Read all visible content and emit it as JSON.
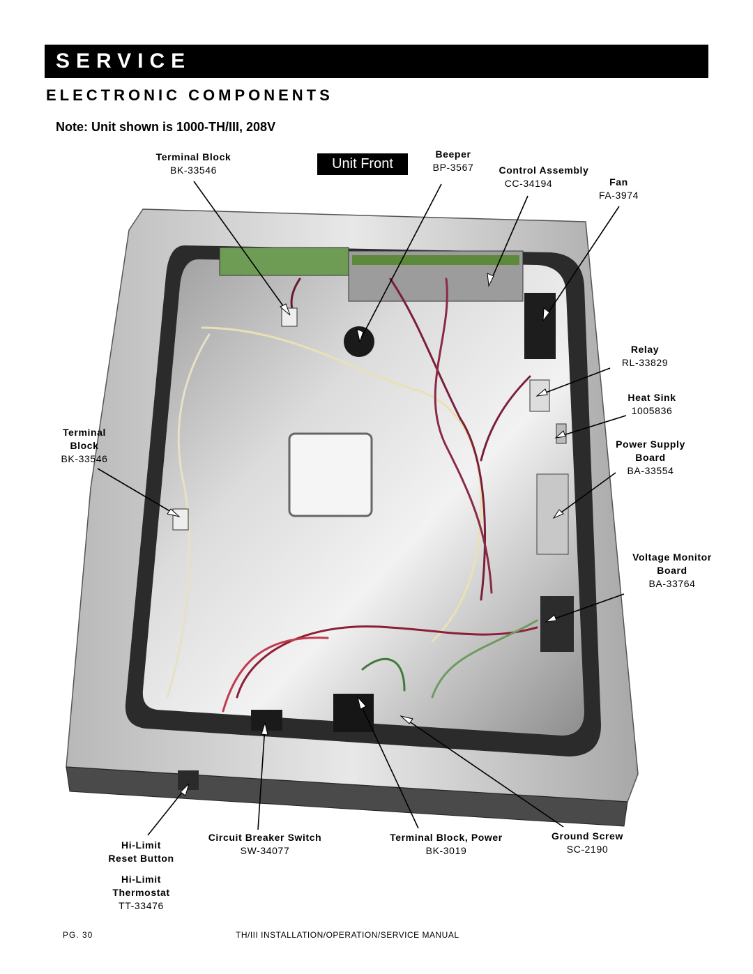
{
  "header": {
    "banner": "SERVICE",
    "section": "ELECTRONIC COMPONENTS",
    "note": "Note: Unit shown is 1000-TH/III, 208V"
  },
  "photo": {
    "tag": "Unit Front"
  },
  "labels": {
    "terminal_block_top": {
      "name": "Terminal Block",
      "part": "BK-33546"
    },
    "beeper": {
      "name": "Beeper",
      "part": "BP-3567"
    },
    "control_assembly": {
      "name": "Control Assembly",
      "part": "CC-34194"
    },
    "fan": {
      "name": "Fan",
      "part": "FA-3974"
    },
    "relay": {
      "name": "Relay",
      "part": "RL-33829"
    },
    "heat_sink": {
      "name": "Heat Sink",
      "part": "1005836"
    },
    "power_supply": {
      "name1": "Power Supply",
      "name2": "Board",
      "part": "BA-33554"
    },
    "voltage_monitor": {
      "name1": "Voltage Monitor",
      "name2": "Board",
      "part": "BA-33764"
    },
    "terminal_block_left": {
      "name1": "Terminal",
      "name2": "Block",
      "part": "BK-33546"
    },
    "hi_limit_reset": {
      "name1": "Hi-Limit",
      "name2": "Reset Button"
    },
    "hi_limit_thermostat": {
      "name1": "Hi-Limit",
      "name2": "Thermostat",
      "part": "TT-33476"
    },
    "circuit_breaker": {
      "name": "Circuit Breaker Switch",
      "part": "SW-34077"
    },
    "terminal_block_power": {
      "name": "Terminal Block, Power",
      "part": "BK-3019"
    },
    "ground_screw": {
      "name": "Ground Screw",
      "part": "SC-2190"
    }
  },
  "footer": {
    "page": "PG. 30",
    "title": "TH/III INSTALLATION/OPERATION/SERVICE MANUAL"
  }
}
